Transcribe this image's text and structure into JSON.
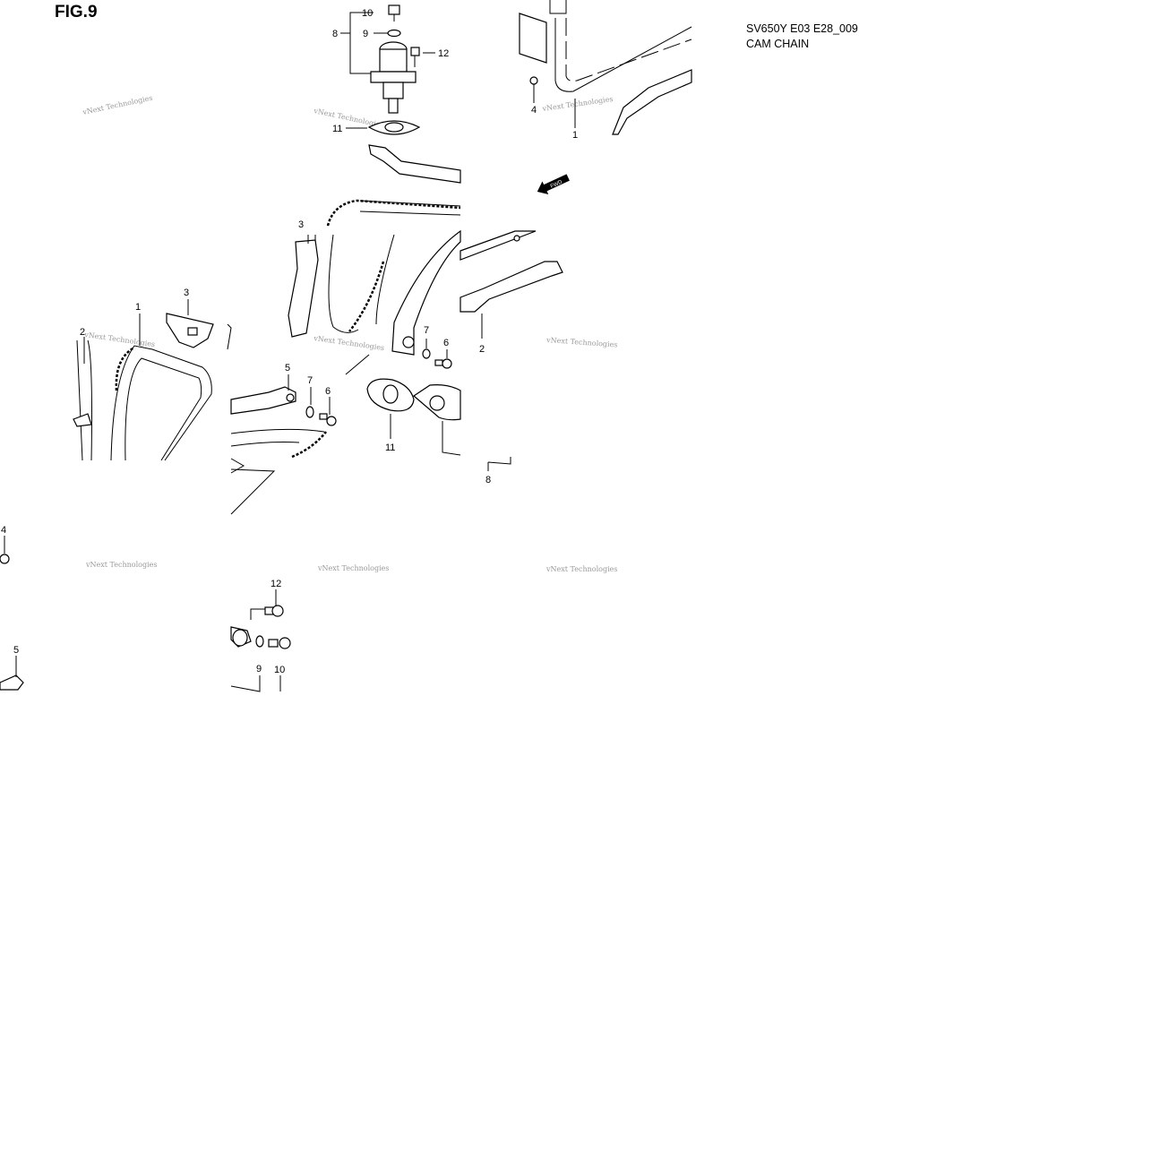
{
  "figure": {
    "title": "FIG.9",
    "model_code": "SV650Y E03 E28_009",
    "name": "CAM CHAIN"
  },
  "watermark": "vNext Technologies",
  "callouts": [
    {
      "id": "c10-top",
      "label": "10"
    },
    {
      "id": "c9-top",
      "label": "9"
    },
    {
      "id": "c8-top",
      "label": "8"
    },
    {
      "id": "c12-top",
      "label": "12"
    },
    {
      "id": "c11-top",
      "label": "11"
    },
    {
      "id": "c4-top",
      "label": "4"
    },
    {
      "id": "c1-top",
      "label": "1"
    },
    {
      "id": "c3-mid",
      "label": "3"
    },
    {
      "id": "c3-left",
      "label": "3"
    },
    {
      "id": "c1-left",
      "label": "1"
    },
    {
      "id": "c2-left",
      "label": "2"
    },
    {
      "id": "c7-right",
      "label": "7"
    },
    {
      "id": "c6-right",
      "label": "6"
    },
    {
      "id": "c2-right",
      "label": "2"
    },
    {
      "id": "c5-mid",
      "label": "5"
    },
    {
      "id": "c7-mid",
      "label": "7"
    },
    {
      "id": "c6-mid",
      "label": "6"
    },
    {
      "id": "c11-mid",
      "label": "11"
    },
    {
      "id": "c8-mid",
      "label": "8"
    },
    {
      "id": "c4-left",
      "label": "4"
    },
    {
      "id": "c5-left",
      "label": "5"
    },
    {
      "id": "c12-low",
      "label": "12"
    },
    {
      "id": "c9-low",
      "label": "9"
    },
    {
      "id": "c10-low",
      "label": "10"
    }
  ],
  "fwd_label": "FWD"
}
